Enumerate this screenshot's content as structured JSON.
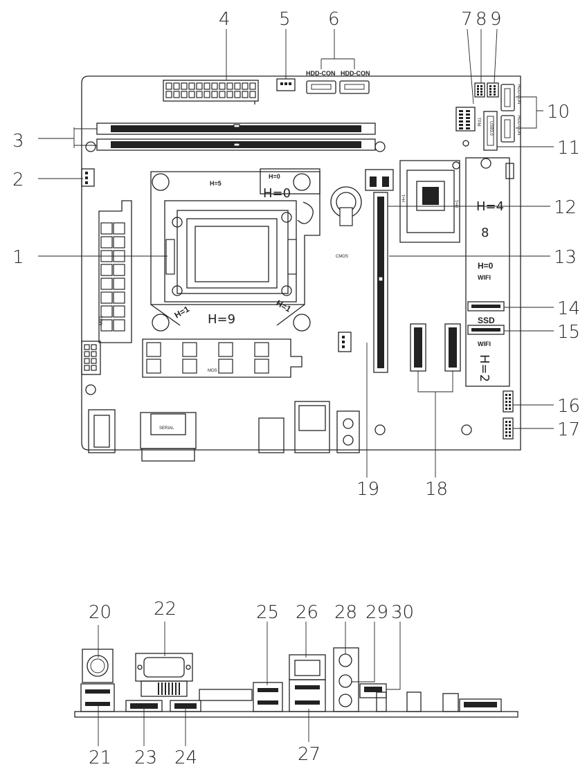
{
  "callouts_top": [
    "1",
    "2",
    "3",
    "4",
    "5",
    "6",
    "7",
    "8",
    "9",
    "10",
    "11",
    "12",
    "13",
    "14",
    "15",
    "16",
    "17",
    "18",
    "19"
  ],
  "callouts_io": [
    "20",
    "21",
    "22",
    "23",
    "24",
    "25",
    "26",
    "27",
    "28",
    "29",
    "30"
  ],
  "board_labels": {
    "hdd1": "HDD-CON",
    "hdd2": "HDD-CON",
    "hdd_side1": "HDD-CON",
    "hdd_side2": "HDD-CON",
    "tpm": "TPM",
    "usb": "USB3.0",
    "h5": "H=5",
    "h0_top": "H=0",
    "h0_cpu": "H=0",
    "h9": "H=9",
    "h1_left": "H=1",
    "h1_right": "H=1",
    "h4": "H=4",
    "eight": "8",
    "h0_wifi": "H=0",
    "wifi_top": "WIFI",
    "ssd": "SSD",
    "wifi_bot": "WIFI",
    "h2": "H=2",
    "cmos": "CMOS",
    "mos_left": "MOS",
    "mos_bottom": "MOS",
    "h1_chip": "H=1",
    "h1_chip2": "H=1",
    "serial": "SERIAL"
  }
}
